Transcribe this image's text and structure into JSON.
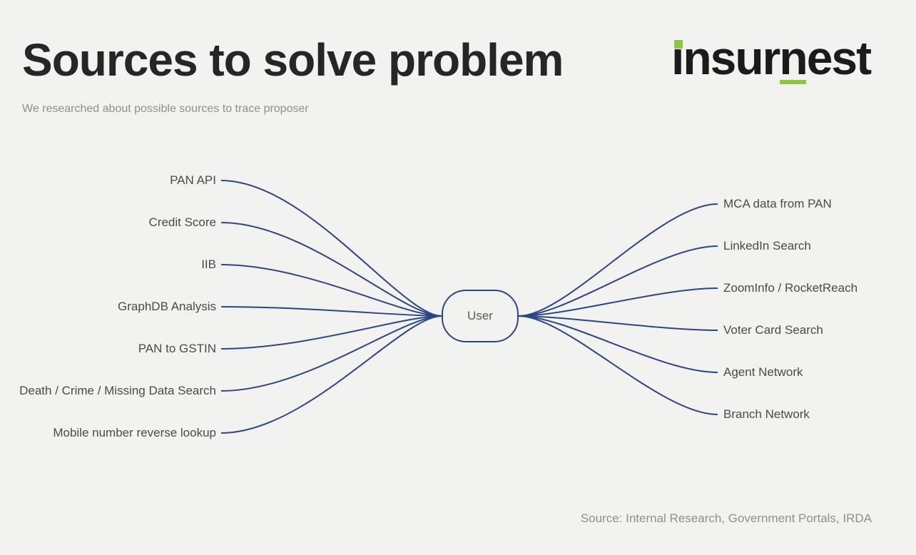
{
  "page": {
    "background": "#f2f2f1"
  },
  "header": {
    "title": "Sources to solve problem",
    "subtitle": "We researched about possible sources to trace proposer"
  },
  "logo": {
    "text": "insurnest",
    "accent_color": "#8dc63f"
  },
  "diagram": {
    "center_label": "User",
    "line_color": "#2b4687",
    "left_sources": [
      "PAN API",
      "Credit Score",
      "IIB",
      "GraphDB Analysis",
      "PAN to GSTIN",
      "Death / Crime / Missing Data Search",
      "Mobile number reverse lookup"
    ],
    "right_sources": [
      "MCA data from PAN",
      "LinkedIn Search",
      "ZoomInfo / RocketReach",
      "Voter Card Search",
      "Agent Network",
      "Branch Network"
    ]
  },
  "footer": {
    "source_note": "Source: Internal Research, Government Portals, IRDA"
  }
}
